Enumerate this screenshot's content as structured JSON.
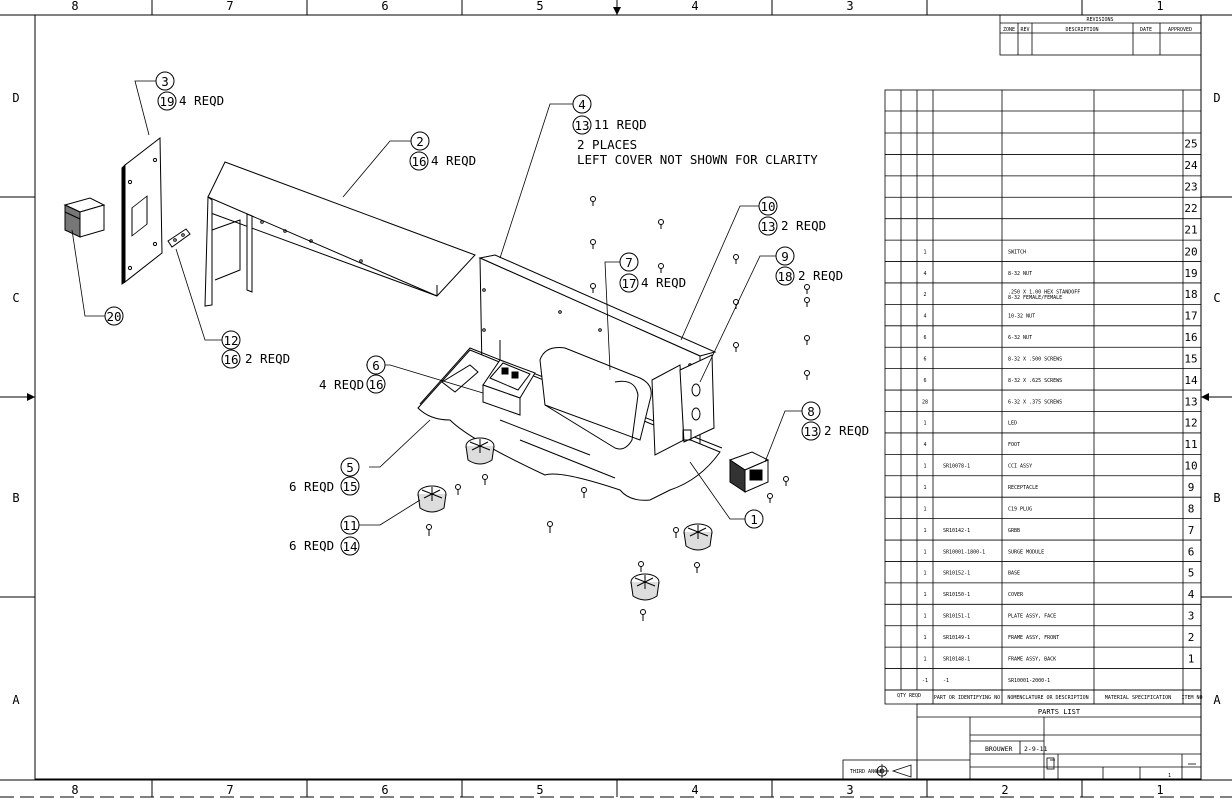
{
  "frame": {
    "top_numbers": [
      "8",
      "7",
      "6",
      "5",
      "4",
      "3",
      "2",
      "1"
    ],
    "side_letters": [
      "D",
      "C",
      "B",
      "A"
    ]
  },
  "revisions": {
    "title": "REVISIONS",
    "headers": [
      "ZONE",
      "REV",
      "DESCRIPTION",
      "DATE",
      "APPROVED"
    ]
  },
  "callouts": [
    {
      "num": "3",
      "qty_circle": "19",
      "qty_text": "4 REQD"
    },
    {
      "num": "2",
      "qty_circle": "16",
      "qty_text": "4 REQD"
    },
    {
      "num": "4",
      "qty_circle": "13",
      "qty_text": "11 REQD",
      "note1": "2 PLACES",
      "note2": "LEFT COVER NOT SHOWN FOR CLARITY"
    },
    {
      "num": "10",
      "qty_circle": "13",
      "qty_text": "2 REQD"
    },
    {
      "num": "9",
      "qty_circle": "18",
      "qty_text": "2 REQD"
    },
    {
      "num": "7",
      "qty_circle": "17",
      "qty_text": "4 REQD"
    },
    {
      "num": "12",
      "qty_circle": "16",
      "qty_text": "2 REQD"
    },
    {
      "num": "6",
      "qty_circle": "16",
      "qty_text": "4 REQD"
    },
    {
      "num": "8",
      "qty_circle": "13",
      "qty_text": "2 REQD"
    },
    {
      "num": "5",
      "qty_circle": "15",
      "qty_text": "6 REQD"
    },
    {
      "num": "11",
      "qty_circle": "14",
      "qty_text": "6 REQD"
    },
    {
      "num": "1"
    },
    {
      "num": "20"
    }
  ],
  "parts_list": {
    "title": "PARTS LIST",
    "empty_item_nums": [
      "25",
      "24",
      "23",
      "22",
      "21"
    ],
    "rows": [
      {
        "qty": "1",
        "part": "",
        "desc": "SWITCH",
        "item": "20"
      },
      {
        "qty": "4",
        "part": "",
        "desc": "8-32 NUT",
        "item": "19"
      },
      {
        "qty": "2",
        "part": "",
        "desc": ".250 X 1.00 HEX STANDOFF\n8-32 FEMALE/FEMALE",
        "item": "18"
      },
      {
        "qty": "4",
        "part": "",
        "desc": "10-32 NUT",
        "item": "17"
      },
      {
        "qty": "6",
        "part": "",
        "desc": "6-32 NUT",
        "item": "16"
      },
      {
        "qty": "6",
        "part": "",
        "desc": "8-32 X .500 SCREWS",
        "item": "15"
      },
      {
        "qty": "6",
        "part": "",
        "desc": "8-32 X .625 SCREWS",
        "item": "14"
      },
      {
        "qty": "28",
        "part": "",
        "desc": "6-32 X .375 SCREWS",
        "item": "13"
      },
      {
        "qty": "1",
        "part": "",
        "desc": "LED",
        "item": "12"
      },
      {
        "qty": "4",
        "part": "",
        "desc": "FOOT",
        "item": "11"
      },
      {
        "qty": "1",
        "part": "SR10078-1",
        "desc": "CCI ASSY",
        "item": "10"
      },
      {
        "qty": "1",
        "part": "",
        "desc": "RECEPTACLE",
        "item": "9"
      },
      {
        "qty": "1",
        "part": "",
        "desc": "C19 PLUG",
        "item": "8"
      },
      {
        "qty": "1",
        "part": "SR10142-1",
        "desc": "GRBB",
        "item": "7"
      },
      {
        "qty": "1",
        "part": "SR10001-1800-1",
        "desc": "SURGE MODULE",
        "item": "6"
      },
      {
        "qty": "1",
        "part": "SR10152-1",
        "desc": "BASE",
        "item": "5"
      },
      {
        "qty": "1",
        "part": "SR10150-1",
        "desc": "COVER",
        "item": "4"
      },
      {
        "qty": "1",
        "part": "SR10151-1",
        "desc": "PLATE ASSY, FACE",
        "item": "3"
      },
      {
        "qty": "1",
        "part": "SR10149-1",
        "desc": "FRAME ASSY, FRONT",
        "item": "2"
      },
      {
        "qty": "1",
        "part": "SR10148-1",
        "desc": "FRAME ASSY, BACK",
        "item": "1"
      },
      {
        "qty": "-1",
        "part": "-1",
        "desc": "SR10001-2000-1",
        "item": ""
      }
    ],
    "footer": [
      "QTY REQD",
      "PART OR IDENTIFYING NO",
      "NOMENCLATURE OR DESCRIPTION",
      "MATERIAL SPECIFICATION",
      "ITEM NO"
    ]
  },
  "title_block": {
    "drawn_by": "BROUWER",
    "date": "2-9-11",
    "third_angle": "THIRD ANGLE",
    "revision": "1"
  }
}
